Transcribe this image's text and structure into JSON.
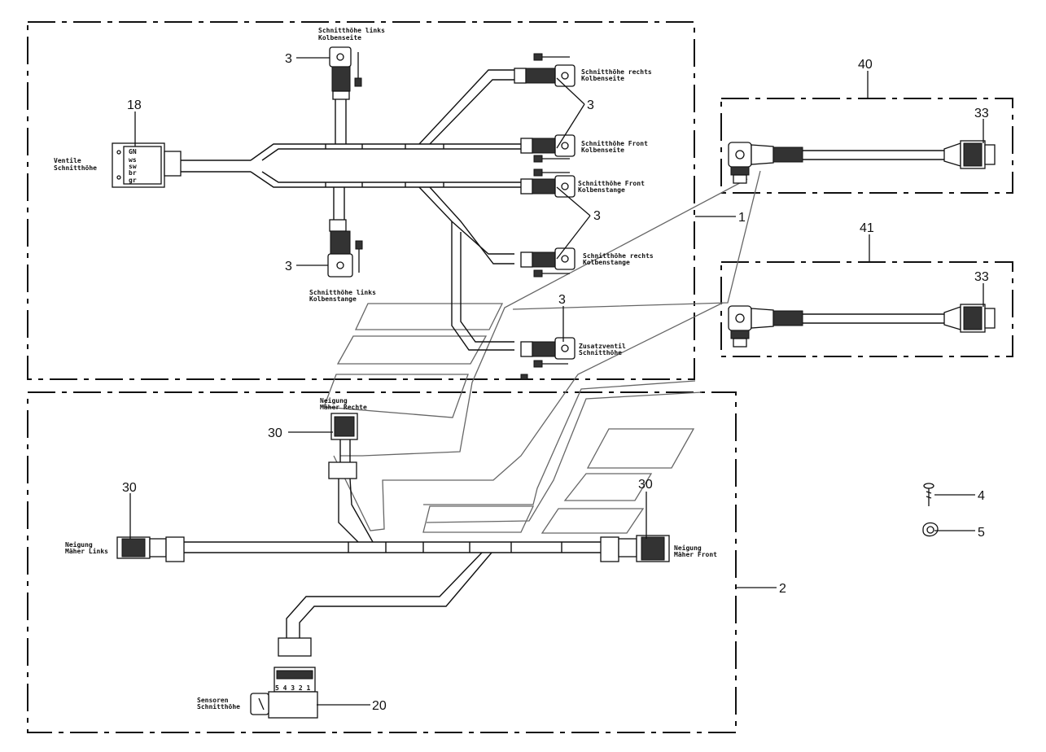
{
  "callouts": {
    "c1": "1",
    "c2": "2",
    "c3a": "3",
    "c3b": "3",
    "c3c": "3",
    "c3d": "3",
    "c3e": "3",
    "c4": "4",
    "c5": "5",
    "c18": "18",
    "c20": "20",
    "c30a": "30",
    "c30b": "30",
    "c30c": "30",
    "c33a": "33",
    "c33b": "33",
    "c40": "40",
    "c41": "41"
  },
  "labels": {
    "ventile_1": "Ventile",
    "ventile_2": "Schnitthöhe",
    "sl_kolbenseite_1": "Schnitthöhe links",
    "sl_kolbenseite_2": "Kolbenseite",
    "sr_kolbenseite_1": "Schnitthöhe rechts",
    "sr_kolbenseite_2": "Kolbenseite",
    "sf_kolbenseite_1": "Schnitthöhe Front",
    "sf_kolbenseite_2": "Kolbenseite",
    "sf_kolbenstange_1": "Schnitthöhe Front",
    "sf_kolbenstange_2": "Kolbenstange",
    "sr_kolbenstange_1": "Schnitthöhe rechts",
    "sr_kolbenstange_2": "Kolbenstange",
    "sl_kolbenstange_1": "Schnitthöhe links",
    "sl_kolbenstange_2": "Kolbenstange",
    "zusatz_1": "Zusatzventil",
    "zusatz_2": "Schnitthöhe",
    "neig_rechts_1": "Neigung",
    "neig_rechts_2": "Mäher Rechte",
    "neig_links_1": "Neigung",
    "neig_links_2": "Mäher Links",
    "neig_front_1": "Neigung",
    "neig_front_2": "Mäher Front",
    "sensoren_1": "Sensoren",
    "sensoren_2": "Schnitthöhe",
    "connector_pins": "5 4 3 2 1",
    "conn18_marks": [
      "GN",
      "ws",
      "sw",
      "br",
      "gr"
    ]
  }
}
